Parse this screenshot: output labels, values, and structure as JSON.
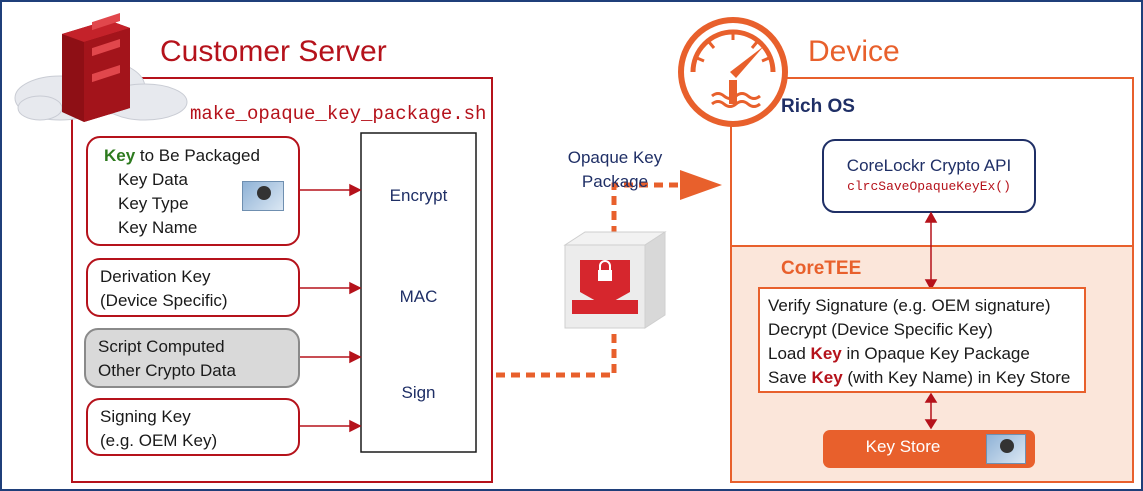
{
  "customer_server": {
    "title": "Customer Server",
    "script_name": "make_opaque_key_package.sh",
    "key_box": {
      "key_word": "Key",
      "heading_rest": " to Be Packaged",
      "items": [
        "Key Data",
        "Key Type",
        "Key Name"
      ]
    },
    "derivation_box": [
      "Derivation Key",
      "(Device Specific)"
    ],
    "script_box": [
      "Script Computed",
      "Other Crypto Data"
    ],
    "signing_box": [
      "Signing Key",
      "(e.g. OEM Key)"
    ],
    "ops": [
      "Encrypt",
      "MAC",
      "Sign"
    ]
  },
  "package_label": [
    "Opaque Key",
    "Package"
  ],
  "device": {
    "title": "Device",
    "rich_os": "Rich OS",
    "api_box": {
      "title": "CoreLockr Crypto API",
      "call": "clrcSaveOpaqueKeyEx()"
    },
    "coretee": "CoreTEE",
    "steps": [
      {
        "before": "Verify Signature (e.g. OEM signature)",
        "key": "",
        "after": ""
      },
      {
        "before": "Decrypt (Device Specific Key)",
        "key": "",
        "after": ""
      },
      {
        "before": "Load ",
        "key": "Key",
        "after": " in Opaque Key Package"
      },
      {
        "before": "Save ",
        "key": "Key",
        "after": " (with Key Name) in Key Store"
      }
    ],
    "key_store": "Key Store"
  },
  "colors": {
    "red": "#b5121b",
    "orange": "#e8602c",
    "navy": "#1f2f66",
    "tee_bg": "#fbe6da"
  }
}
